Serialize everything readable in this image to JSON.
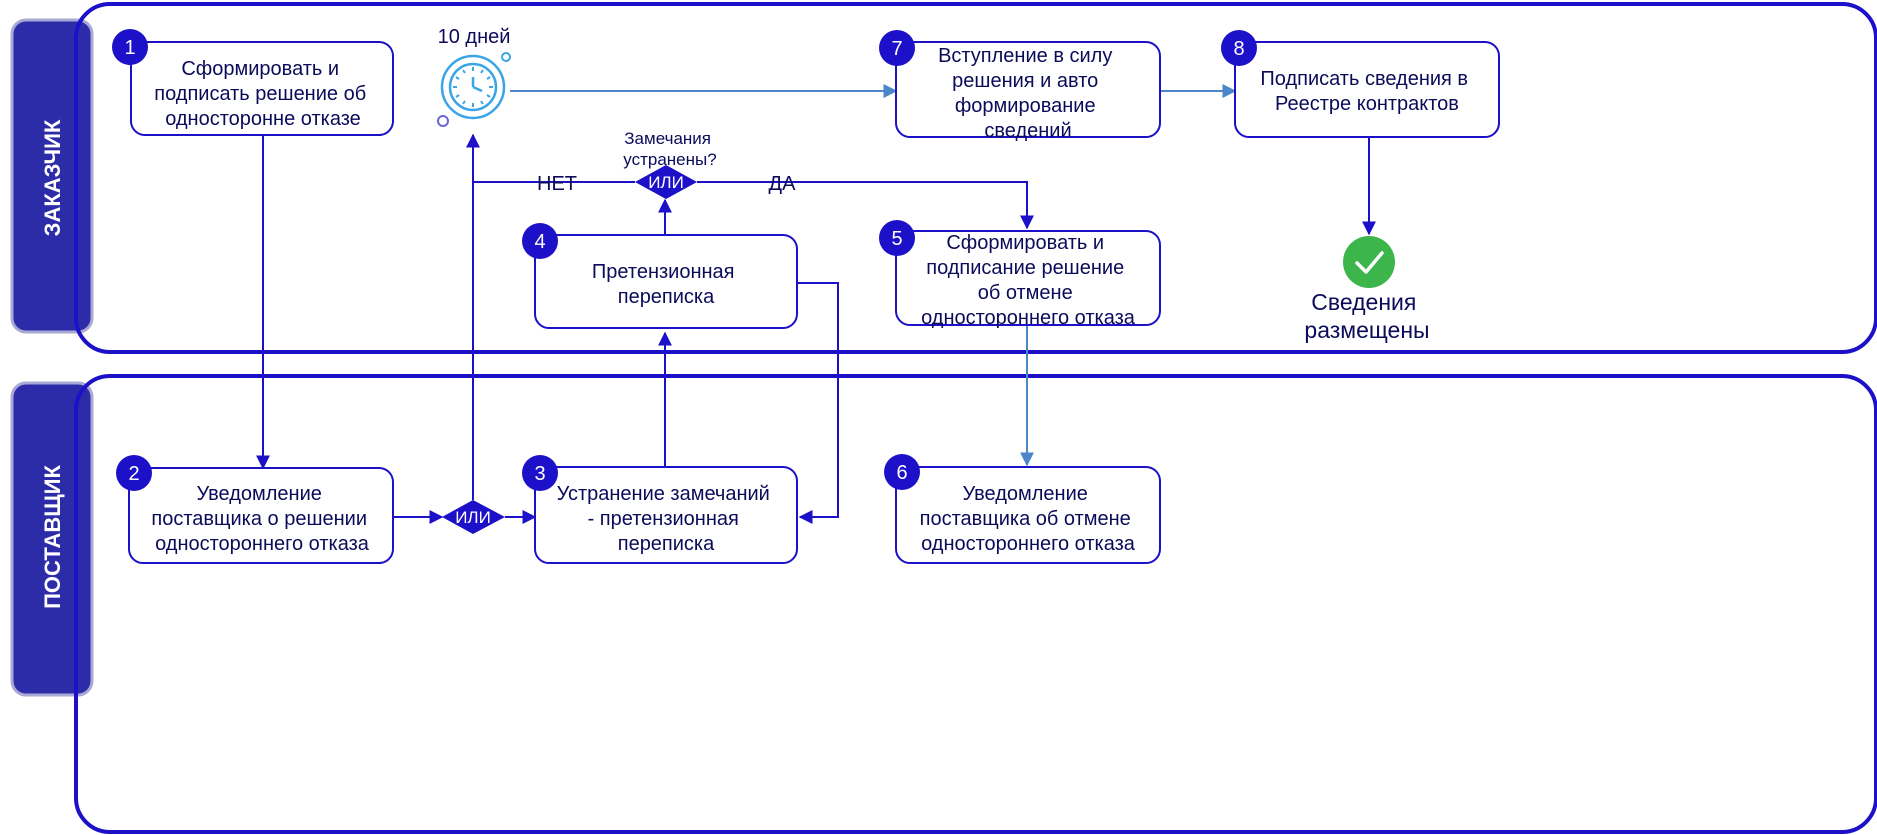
{
  "lanes": {
    "customer": "ЗАКАЗЧИК",
    "supplier": "ПОСТАВЩИК"
  },
  "timer": {
    "label": "10 дней",
    "icon": "clock-icon"
  },
  "gateway_label": "ИЛИ",
  "question": [
    "Замечания",
    "устранены?"
  ],
  "branch_no": "НЕТ",
  "branch_yes": "ДА",
  "steps": [
    {
      "num": "1",
      "lines": [
        "Сформировать и",
        "подписать решение об",
        "односторонне отказе"
      ]
    },
    {
      "num": "2",
      "lines": [
        "Уведомление",
        "поставщика о решении",
        "одностороннего отказа"
      ]
    },
    {
      "num": "3",
      "lines": [
        "Устранение замечаний",
        "- претензионная",
        "переписка"
      ]
    },
    {
      "num": "4",
      "lines": [
        "Претензионная",
        "переписка"
      ]
    },
    {
      "num": "5",
      "lines": [
        "Сформировать и",
        "подписание решение",
        "об отмене",
        "одностороннего отказа"
      ]
    },
    {
      "num": "6",
      "lines": [
        "Уведомление",
        "поставщика об отмене",
        "одностороннего отказа"
      ]
    },
    {
      "num": "7",
      "lines": [
        "Вступление в силу",
        "решения и авто",
        "формирование",
        "сведений"
      ]
    },
    {
      "num": "8",
      "lines": [
        "Подписать сведения в",
        "Реестре контрактов"
      ]
    }
  ],
  "end_event": {
    "icon": "check-icon",
    "lines": [
      "Сведения",
      "размещены"
    ]
  },
  "colors": {
    "primary": "#1c10c8",
    "lane_label_bg": "#2d2ca8",
    "connector_light": "#4a86c8",
    "timer": "#3aa5e6",
    "success": "#3cb54a"
  }
}
